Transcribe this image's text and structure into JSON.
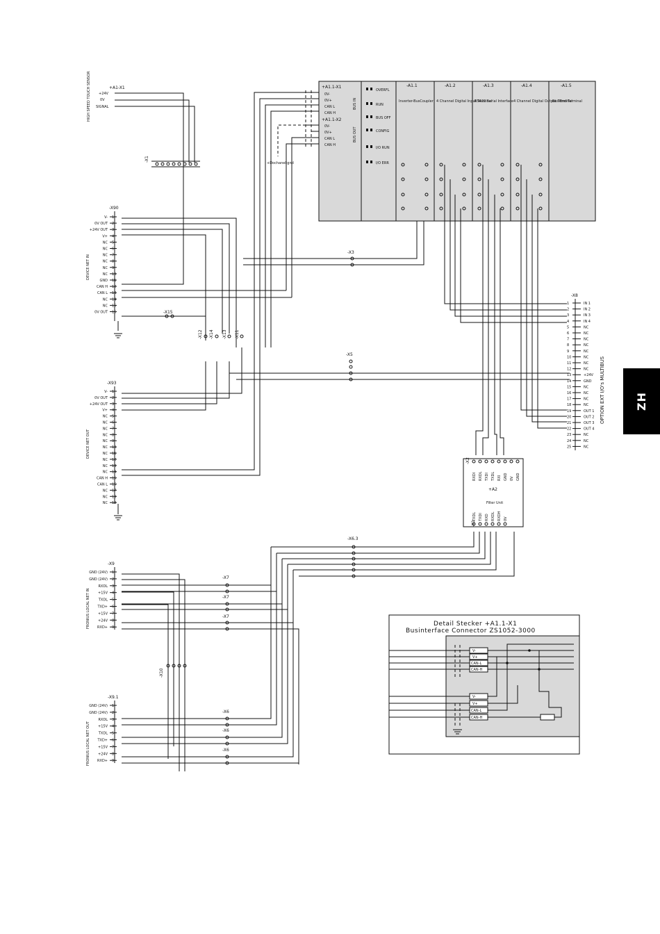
{
  "language_tab": "ZH",
  "sensor_title": "HIGH SPEED TOUCH SENSOR",
  "sensor_connector": "+A1-X1",
  "sensor_pins": [
    "+24V",
    "0V",
    "SIGNAL"
  ],
  "modules": [
    {
      "id": "-A1.1",
      "title": "Inverter-BusCoupler"
    },
    {
      "id": "-A1.2",
      "title": "4 Channel Digital Input Terminal"
    },
    {
      "id": "-A1.3",
      "title": "RS422 Serial Interface"
    },
    {
      "id": "-A1.4",
      "title": "4 Channel Digital Output Terminal"
    },
    {
      "id": "-A1.5",
      "title": "Bus End Terminal"
    }
  ],
  "bus_connectors": [
    "+A1.1-X1",
    "+A1.1-X2"
  ],
  "bus_pins": [
    "0V-",
    "0V+",
    "CAN L",
    "CAN H"
  ],
  "bus_side_labels": [
    "BUS IN",
    "BUS OUT"
  ],
  "coupler_leds": [
    "OVERFL",
    "RUN",
    "BUS OFF",
    "CONFIG",
    "I/O RUN",
    "I/O ERR"
  ],
  "shield_label": "+Dochanel gnd",
  "x1_label": "-X1",
  "x90_label": "-X90",
  "x93_label": "-X93",
  "devicenet_in": "DEVICE NET IN",
  "devicenet_out": "DEVICE NET OUT",
  "x90_pins": [
    "V-",
    "0V OUT",
    "+24V OUT",
    "V+",
    "NC",
    "NC",
    "NC",
    "NC",
    "NC",
    "NC",
    "GND",
    "CAN H",
    "CAN L",
    "NC",
    "NC",
    "0V OUT"
  ],
  "x93_pins": [
    "V-",
    "0V OUT",
    "+24V OUT",
    "V+",
    "NC",
    "NC",
    "NC",
    "NC",
    "NC",
    "NC",
    "NC",
    "NC",
    "NC",
    "NC",
    "CAN H",
    "CAN L",
    "NC",
    "NC",
    "NC"
  ],
  "x3_label": "-X3",
  "x5_label": "-X5",
  "x15_label": "-X15",
  "x11_to_x14": [
    "-X11",
    "-X12",
    "-X13",
    "-X14"
  ],
  "x8_label": "-X8",
  "multibus_title": "OPTION EXT I/O's MULTIBUS",
  "x8_pins": [
    "IN 1",
    "IN 2",
    "IN 3",
    "IN 4",
    "NC",
    "NC",
    "NC",
    "NC",
    "NC",
    "NC",
    "NC",
    "NC",
    "+24V",
    "GND",
    "NC",
    "NC",
    "NC",
    "NC",
    "OUT 1",
    "OUT 2",
    "OUT 3",
    "OUT 4",
    "NC",
    "NC",
    "NC"
  ],
  "filter_unit": {
    "id": "+A2",
    "title": "Filter Unit",
    "connectors": [
      "-X2",
      "-X1"
    ],
    "pins_top": [
      "RXDI",
      "RXDL",
      "TXDI",
      "TXDL",
      "RXI",
      "GND",
      "0V",
      "GND"
    ],
    "pins_bot": [
      "TXDL",
      "TXDI",
      "RXD",
      "RXDL",
      "RXDH",
      "0V"
    ]
  },
  "x63_label": "-X6.3",
  "x9_label": "-X9",
  "x91_label": "-X9.1",
  "x10_label": "-X10",
  "x6_label": "-X6",
  "x7_label": "-X7",
  "localnet_in": "FRONIUS LOCAL NET IN",
  "localnet_out": "FRONIUS LOCAL NET OUT",
  "localnet_pins": [
    "GND (24V)",
    "GND (24V)",
    "RXDL",
    "+15V",
    "TXDL",
    "TXD+",
    "+15V",
    "+24V",
    "RXD+"
  ],
  "detail_title_1": "Detail Stecker +A1.1-X1",
  "detail_title_2": "Businterface Connector ZS1052-3000",
  "detail_pins": [
    "V-",
    "V+",
    "CAN-L",
    "CAN-H"
  ]
}
